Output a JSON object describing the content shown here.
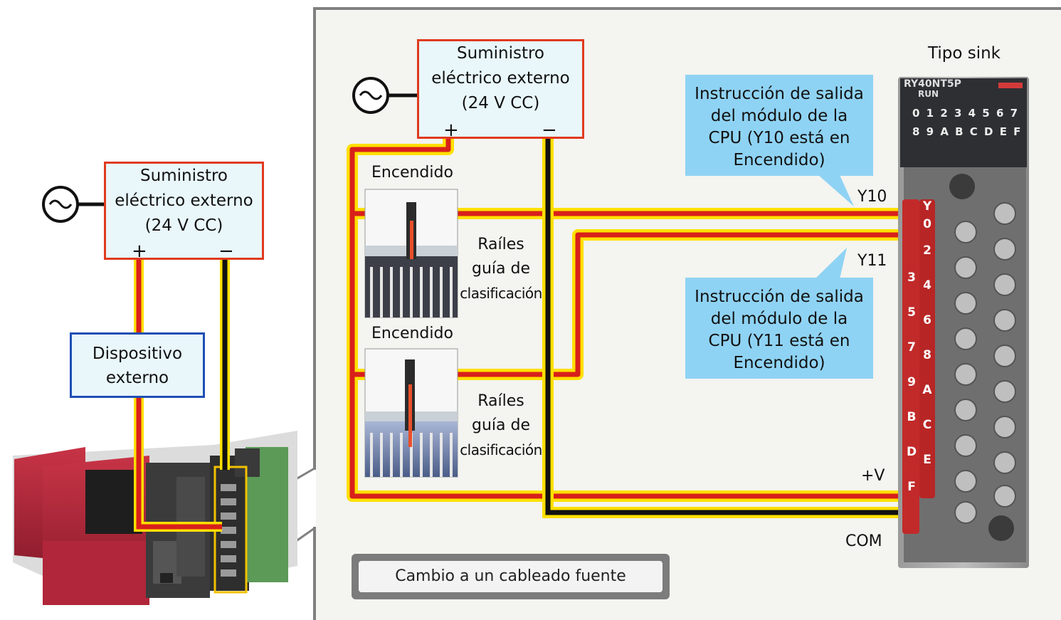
{
  "left_supply": {
    "line1": "Suministro",
    "line2": "eléctrico externo",
    "line3": "(24 V CC)",
    "plus": "+",
    "minus": "−"
  },
  "right_supply": {
    "line1": "Suministro",
    "line2": "eléctrico externo",
    "line3": "(24 V CC)",
    "plus": "+",
    "minus": "−"
  },
  "external_device": {
    "line1": "Dispositivo",
    "line2": "externo"
  },
  "module": {
    "type_label": "Tipo sink",
    "model": "RY40NT5P",
    "run": "RUN",
    "leds_row1": "0 1 2 3 4 5 6 7",
    "leds_row2": "8 9 A B C D E F"
  },
  "terminals": {
    "y10": "Y10",
    "y11": "Y11",
    "plus_v": "+V",
    "com": "COM",
    "left_col": [
      "3",
      "5",
      "7",
      "9",
      "B",
      "D",
      "F"
    ],
    "right_col": [
      "Y",
      "0",
      "2",
      "4",
      "6",
      "8",
      "A",
      "C",
      "E"
    ]
  },
  "rails": [
    {
      "state": "Encendido",
      "line1": "Raíles",
      "line2": "guía de",
      "line3": "clasificación"
    },
    {
      "state": "Encendido",
      "line1": "Raíles",
      "line2": "guía de",
      "line3": "clasificación"
    }
  ],
  "callouts": [
    {
      "line1": "Instrucción de salida",
      "line2": "del módulo de la",
      "line3": "CPU (Y10 está en",
      "line4": "Encendido)"
    },
    {
      "line1": "Instrucción de salida",
      "line2": "del módulo de la",
      "line3": "CPU (Y11 está en",
      "line4": "Encendido)"
    }
  ],
  "button": {
    "label": "Cambio a un cableado fuente"
  },
  "colors": {
    "wire_positive": "#d8201a",
    "wire_glow": "#ffe000",
    "wire_negative": "#111111",
    "psu_border": "#e03a1e",
    "device_border": "#1f4fb5",
    "callout": "#8fd3f4"
  }
}
